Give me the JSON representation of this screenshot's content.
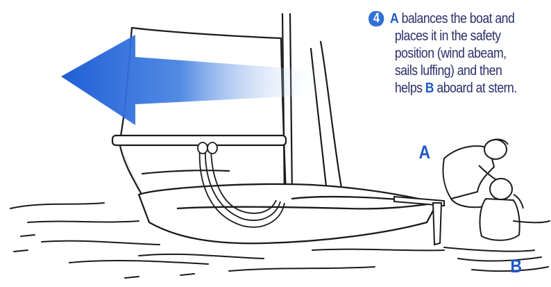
{
  "caption": {
    "step_number": "4",
    "line1_bold": "A",
    "line1_rest": " balances the boat and",
    "line2": "places it in the safety",
    "line3": "position (wind abeam,",
    "line4": "sails luffing) and then",
    "line5_pre": "helps ",
    "line5_bold": "B",
    "line5_post": " aboard at stern."
  },
  "labels": {
    "person_a": "A",
    "person_b": "B"
  },
  "colors": {
    "arrow_blue": "#1f5fd6",
    "label_blue": "#1f57c9",
    "caption_text": "#2b2e6a",
    "badge_blue": "#2f6fd6",
    "line_art": "#1a1a1a"
  }
}
